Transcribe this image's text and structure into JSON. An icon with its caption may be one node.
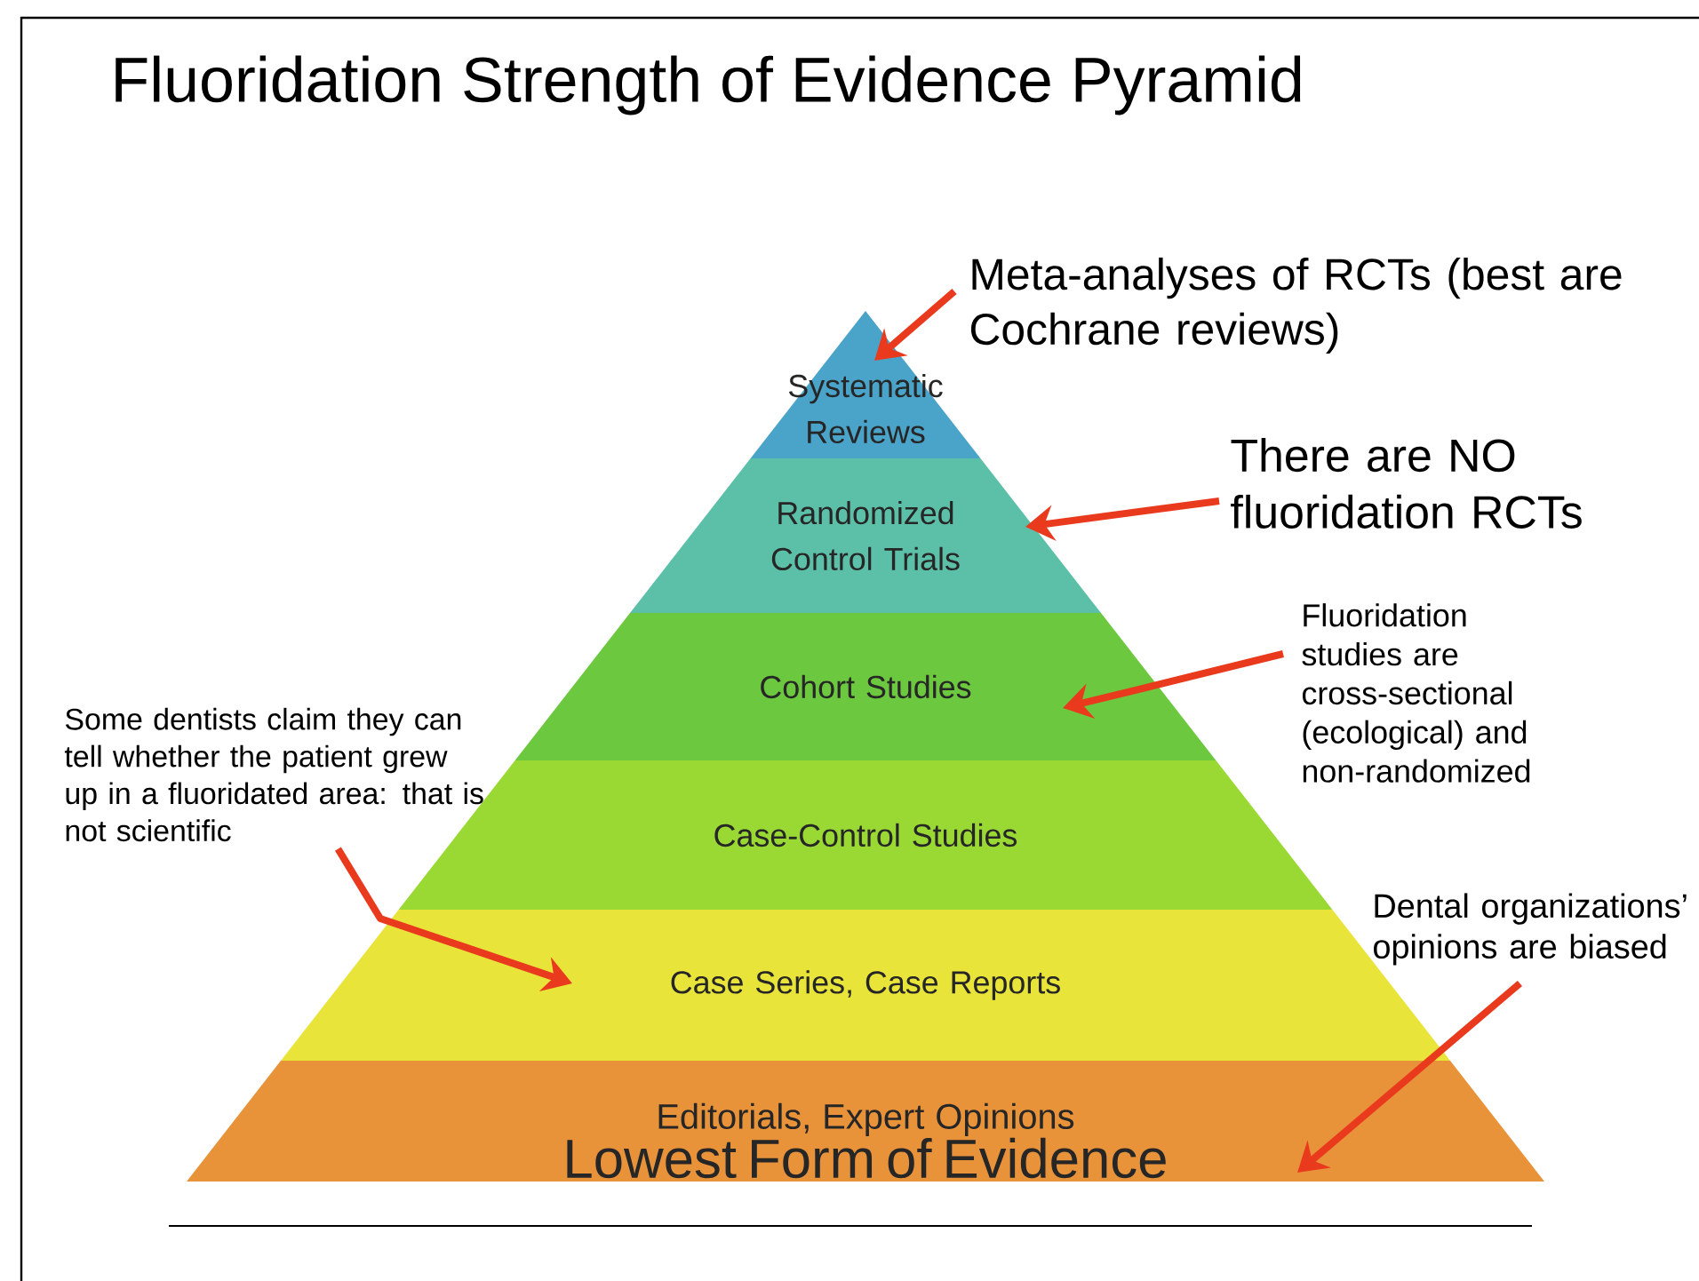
{
  "diagram": {
    "title": "Fluoridation Strength of Evidence Pyramid",
    "nodes": [
      {
        "text": [
          "Systematic Reviews"
        ]
      },
      {
        "text": [
          "Randomized Control Trials"
        ]
      },
      {
        "text": [
          "Cohort Studies"
        ]
      },
      {
        "text": [
          "Case-Control Studies"
        ]
      },
      {
        "text": [
          "Case Series, Case Reports"
        ]
      },
      {
        "text": [
          "Editorials, Expert Opinions",
          "Lowest Form of Evidence"
        ]
      },
      {
        "text": [
          "Meta-analyses of RCTs (best are Cochrane reviews)"
        ]
      },
      {
        "text": [
          "There are NO fluoridation RCTs"
        ]
      },
      {
        "text": [
          "Fluoridation studies are cross-sectional (ecological) and non-randomized"
        ]
      },
      {
        "text": [
          "Some dentists claim they can tell whether the patient grew up in a fluoridated area: that is not scientific"
        ]
      },
      {
        "text": [
          "Dental organizations’ opinions are biased"
        ]
      }
    ],
    "edges": [
      {
        "from": 6,
        "to": 0,
        "arrow": "to"
      },
      {
        "from": 7,
        "to": 1,
        "arrow": "to"
      },
      {
        "from": 8,
        "to": 2,
        "arrow": "to"
      },
      {
        "from": 9,
        "to": 4,
        "arrow": "to"
      },
      {
        "from": 10,
        "to": 5,
        "arrow": "to"
      }
    ]
  }
}
